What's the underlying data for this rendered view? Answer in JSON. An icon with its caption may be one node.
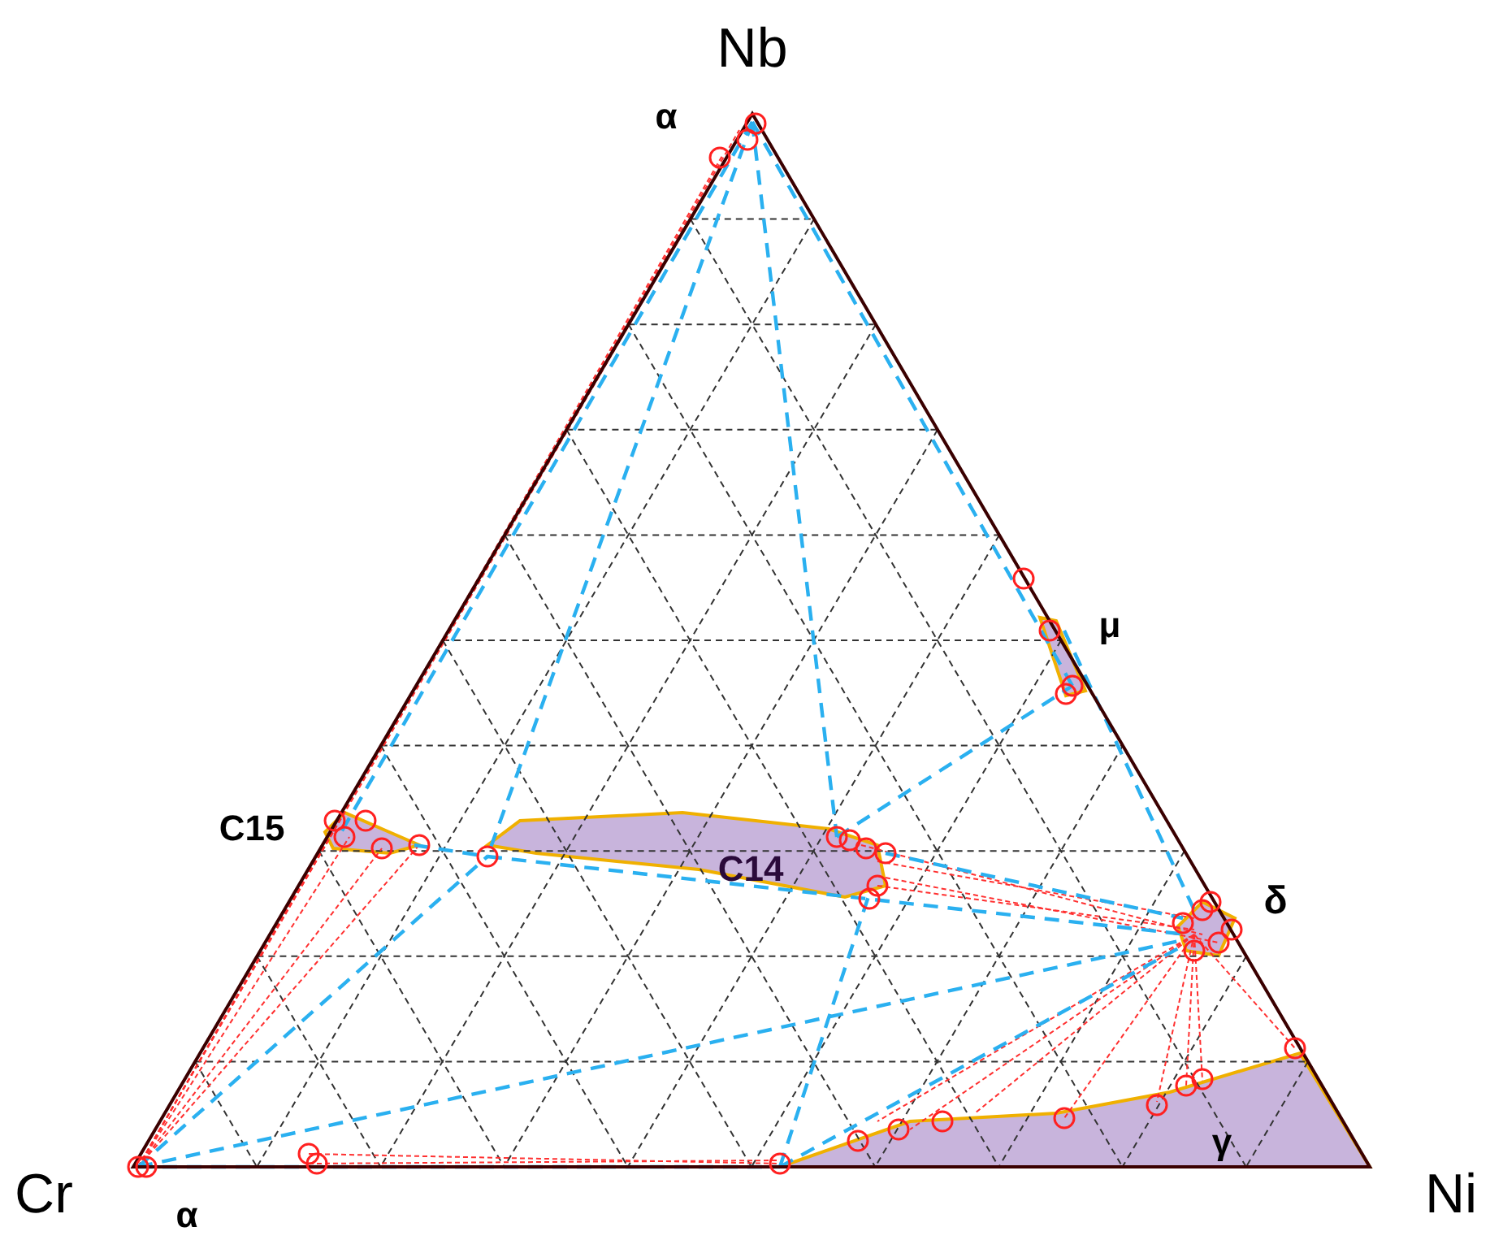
{
  "diagram": {
    "labels": [
      "Nb",
      "α",
      "μ",
      "C15",
      "C14",
      "δ",
      "Cr",
      "α",
      "γ",
      "Ni"
    ]
  }
}
